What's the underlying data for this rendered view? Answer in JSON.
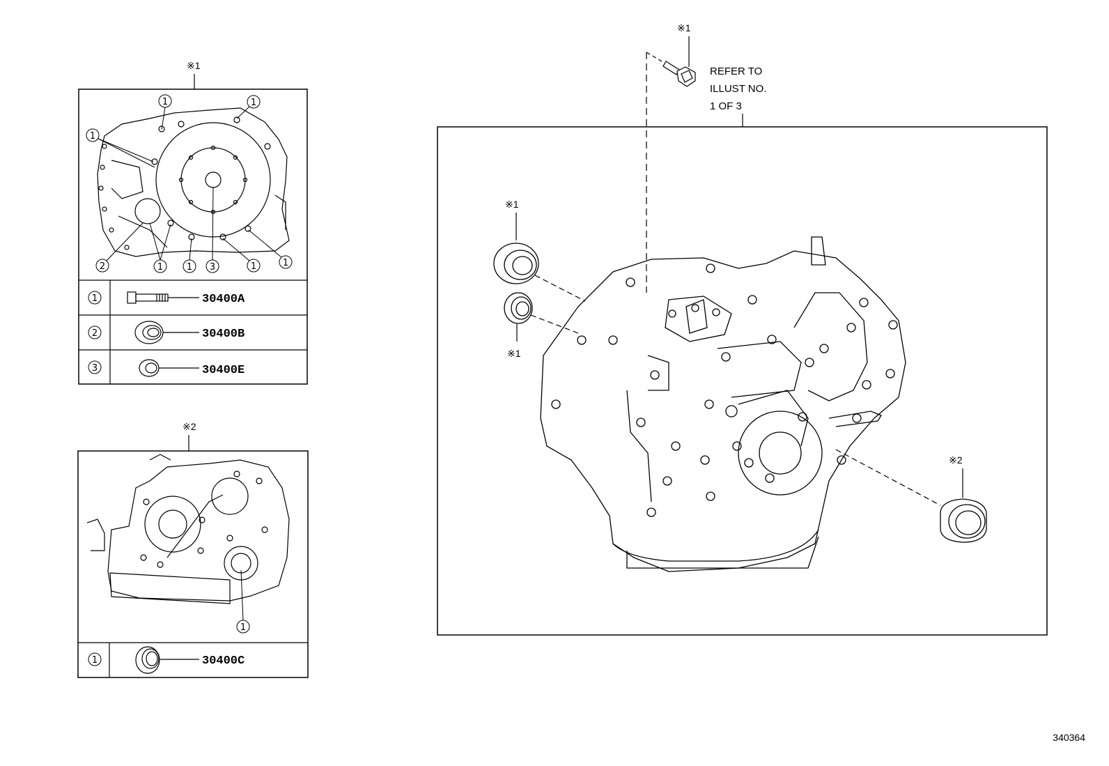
{
  "diagram": {
    "illustration_number": "340364"
  },
  "top_left_panel": {
    "mark": "※1",
    "callouts": [
      "1",
      "2",
      "3"
    ],
    "table": [
      {
        "index": "1",
        "part_code": "30400A",
        "part_icon": "bolt-icon"
      },
      {
        "index": "2",
        "part_code": "30400B",
        "part_icon": "oil-seal-icon"
      },
      {
        "index": "3",
        "part_code": "30400E",
        "part_icon": "oil-seal-small-icon"
      }
    ]
  },
  "bottom_left_panel": {
    "mark": "※2",
    "callouts": [
      "1"
    ],
    "table": [
      {
        "index": "1",
        "part_code": "30400C",
        "part_icon": "oil-seal-icon"
      }
    ]
  },
  "main_panel": {
    "bolt_mark": "※1",
    "refer_text": [
      "REFER TO",
      "ILLUST NO.",
      "1 OF 3"
    ],
    "seal_upper_mark": "※1",
    "seal_lower_mark": "※1",
    "seal_right_mark": "※2"
  }
}
